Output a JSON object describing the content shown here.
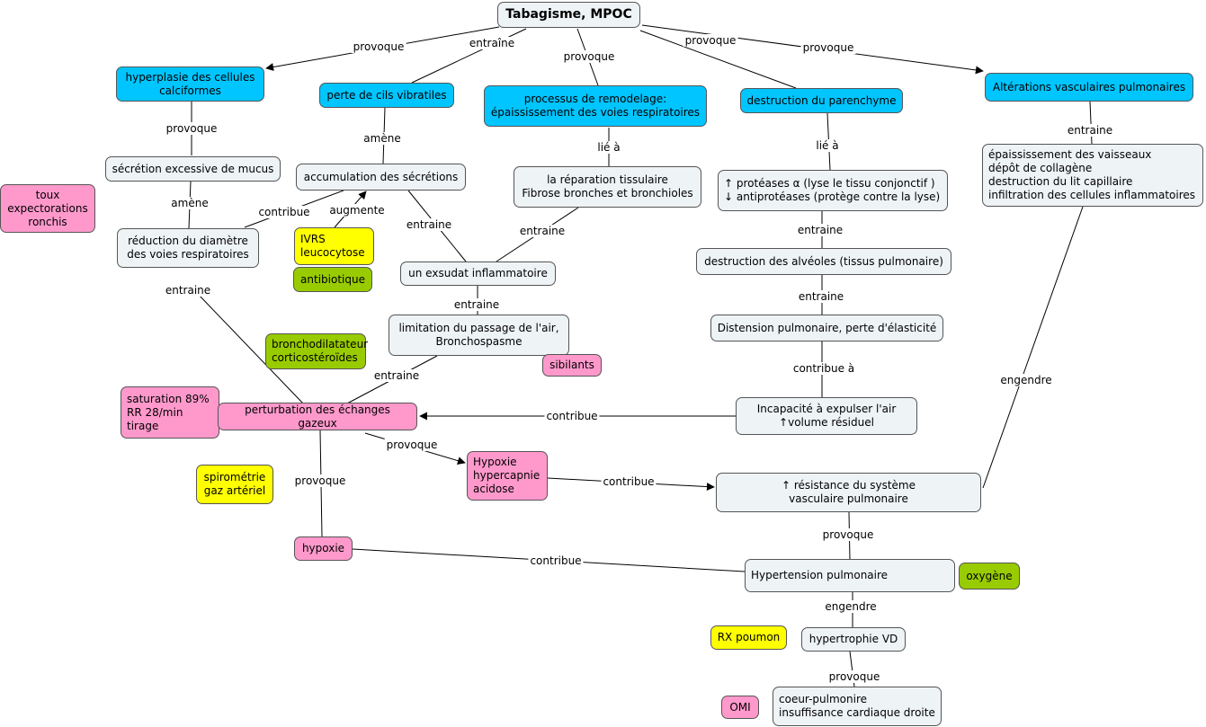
{
  "colors": {
    "blue": "#00c5ff",
    "pale": "#eef3f6",
    "pink": "#ff99cc",
    "yellow": "#ffff00",
    "green": "#99cc00",
    "line": "#000000"
  },
  "nodes": {
    "root": "Tabagisme, MPOC",
    "hyperplasie": "hyperplasie des cellules\ncalciformes",
    "cils": "perte de cils vibratiles",
    "remodelage": "processus de remodelage:\népaississement des voies respiratoires",
    "parenchyme": "destruction du parenchyme",
    "vasculaires": "Altérations vasculaires pulmonaires",
    "mucus": "sécrétion excessive de mucus",
    "accumulation": "accumulation des sécrétions",
    "reparation": "la réparation tissulaire\nFibrose bronches et bronchioles",
    "proteases": "↑ protéases α (lyse le tissu conjonctif )\n↓ antiprotéases (protège contre la lyse)",
    "epaississement": "épaississement des vaisseaux\ndépôt de collagène\ndestruction du lit capillaire\ninfiltration des cellules inflammatoires",
    "toux": "toux\nexpectorations\nronchis",
    "reduction": "réduction du diamètre\ndes voies respiratoires",
    "ivrs": "IVRS\nleucocytose",
    "antibiotique": "antibiotique",
    "exsudat": "un exsudat inflammatoire",
    "alveoles": "destruction des alvéoles (tissus pulmonaire)",
    "limitation": "limitation du passage de l'air,\nBronchospasme",
    "distension": "Distension pulmonaire, perte d'élasticité",
    "broncho": "bronchodilatateur\ncorticostéroïdes",
    "sibilants": "sibilants",
    "saturation": "saturation 89%\nRR 28/min\ntirage",
    "perturbation": "perturbation des échanges gazeux",
    "incapacite": "Incapacité à expulser l'air\n↑volume résiduel",
    "spirometrie": "spirométrie\ngaz artériel",
    "hypoxie_hyper": "Hypoxie\nhypercapnie\nacidose",
    "resistance": "↑ résistance du système\nvasculaire pulmonaire",
    "hypoxie": "hypoxie",
    "hypertension": "Hypertension pulmonaire",
    "oxygene": "oxygène",
    "rx": "RX poumon",
    "hypertrophie": "hypertrophie VD",
    "omi": "OMI",
    "coeur": "coeur-pulmonire\ninsuffisance cardiaque droite"
  },
  "links": {
    "root_hyper": "provoque",
    "root_cils": "entraîne",
    "root_remod": "provoque",
    "root_paren": "provoque",
    "root_vasc": "provoque",
    "hyper_mucus": "provoque",
    "cils_accum": "amène",
    "remod_repar": "lié à",
    "paren_prot": "lié à",
    "vasc_epais": "entraine",
    "mucus_reduc": "amène",
    "reduc_accum": "contribue",
    "ivrs_accum": "augmente",
    "accum_exsud": "entraine",
    "repar_exsud": "entraine",
    "prot_alv": "entraine",
    "exsud_limit": "entraine",
    "alv_dist": "entraine",
    "reduc_pert": "entraine",
    "limit_pert": "entraine",
    "dist_incap": "contribue à",
    "incap_pert": "contribue",
    "epais_resist": "engendre",
    "pert_hypox3": "provoque",
    "pert_hypox": "provoque",
    "hypox3_resist": "contribue",
    "hypox_hyperT": "contribue",
    "resist_hyperT": "provoque",
    "hyperT_hypertro": "engendre",
    "hypertro_coeur": "provoque"
  }
}
